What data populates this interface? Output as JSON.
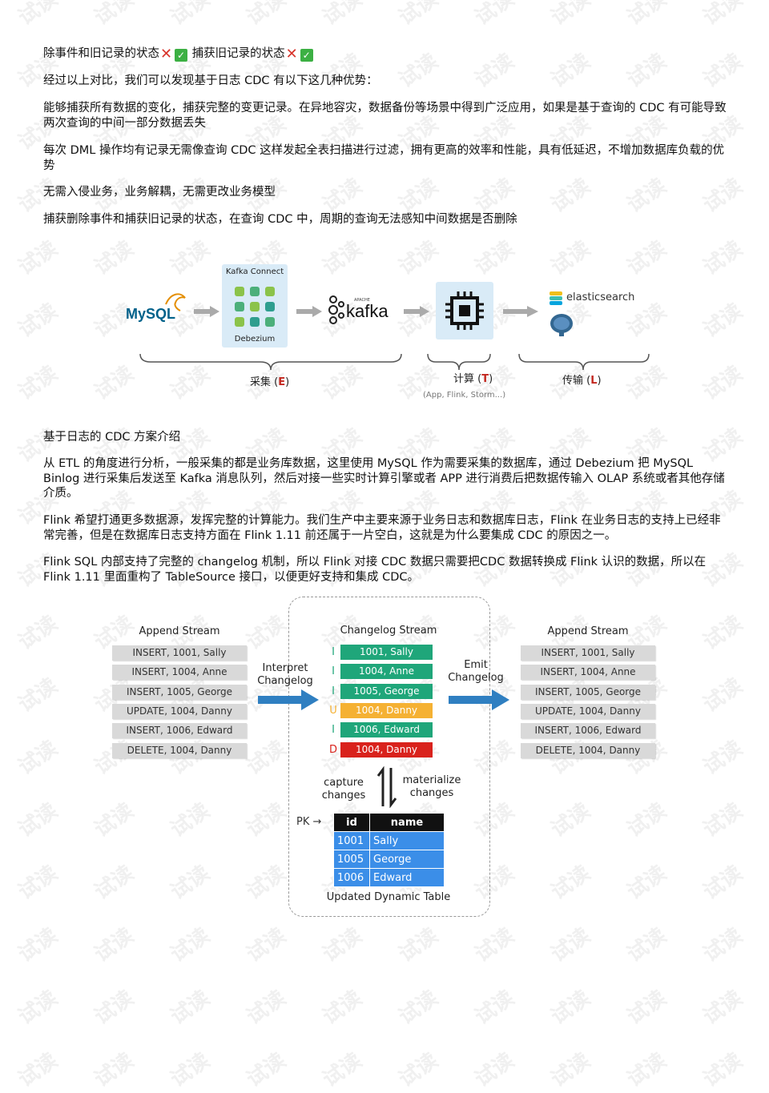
{
  "paragraphs": {
    "p0_a": "除事件和旧记录的状态",
    "p0_b": "捕获旧记录的状态",
    "p1": "经过以上对比，我们可以发现基于日志 CDC 有以下这几种优势：",
    "p2": "能够捕获所有数据的变化，捕获完整的变更记录。在异地容灾，数据备份等场景中得到广泛应用，如果是基于查询的 CDC 有可能导致两次查询的中间一部分数据丢失",
    "p3": "每次 DML 操作均有记录无需像查询 CDC 这样发起全表扫描进行过滤，拥有更高的效率和性能，具有低延迟，不增加数据库负载的优势",
    "p4": "无需入侵业务，业务解耦，无需更改业务模型",
    "p5": "捕获删除事件和捕获旧记录的状态，在查询 CDC 中，周期的查询无法感知中间数据是否删除",
    "p6": "基于日志的 CDC 方案介绍",
    "p7": "从 ETL 的角度进行分析，一般采集的都是业务库数据，这里使用 MySQL 作为需要采集的数据库，通过 Debezium 把 MySQL Binlog 进行采集后发送至 Kafka 消息队列，然后对接一些实时计算引擎或者 APP 进行消费后把数据传输入 OLAP 系统或者其他存储介质。",
    "p8": "Flink 希望打通更多数据源，发挥完整的计算能力。我们生产中主要来源于业务日志和数据库日志，Flink 在业务日志的支持上已经非常完善，但是在数据库日志支持方面在 Flink 1.11 前还属于一片空白，这就是为什么要集成 CDC 的原因之一。",
    "p9": "Flink SQL 内部支持了完整的 changelog 机制，所以 Flink 对接 CDC 数据只需要把CDC 数据转换成 Flink 认识的数据，所以在 Flink 1.11 里面重构了 TableSource 接口，以便更好支持和集成 CDC。"
  },
  "marks": {
    "x": "✕",
    "ok": "✓"
  },
  "watermark": "试读",
  "pipeline": {
    "mysql": "MySQL",
    "kafka_connect": "Kafka Connect",
    "debezium": "Debezium",
    "kafka": "kafka",
    "kafka_small": "APACHE",
    "elasticsearch": "elasticsearch",
    "collect": "采集",
    "collect_letter": "E",
    "compute": "计算",
    "compute_letter": "T",
    "compute_note": "(App, Flink, Storm...)",
    "transfer": "传输",
    "transfer_letter": "L"
  },
  "changelog": {
    "left_title": "Append Stream",
    "middle_title": "Changelog Stream",
    "right_title": "Append Stream",
    "interpret": [
      "Interpret",
      "Changelog"
    ],
    "emit": [
      "Emit",
      "Changelog"
    ],
    "append_rows": [
      "INSERT, 1001, Sally",
      "INSERT, 1004, Anne",
      "INSERT, 1005, George",
      "UPDATE, 1004, Danny",
      "INSERT, 1006, Edward",
      "DELETE, 1004, Danny"
    ],
    "changelog_rows": [
      {
        "op": "I",
        "text": "1001, Sally",
        "color": "#1fa67a"
      },
      {
        "op": "I",
        "text": "1004, Anne",
        "color": "#1fa67a"
      },
      {
        "op": "I",
        "text": "1005, George",
        "color": "#1fa67a"
      },
      {
        "op": "U",
        "text": "1004, Danny",
        "color": "#f5b133"
      },
      {
        "op": "I",
        "text": "1006, Edward",
        "color": "#1fa67a"
      },
      {
        "op": "D",
        "text": "1004, Danny",
        "color": "#d9221c"
      }
    ],
    "capture": [
      "capture",
      "changes"
    ],
    "materialize": [
      "materialize",
      "changes"
    ],
    "pk": "PK",
    "table_headers": [
      "id",
      "name"
    ],
    "table_rows": [
      [
        "1001",
        "Sally"
      ],
      [
        "1005",
        "George"
      ],
      [
        "1006",
        "Edward"
      ]
    ],
    "table_caption": "Updated Dynamic Table"
  }
}
